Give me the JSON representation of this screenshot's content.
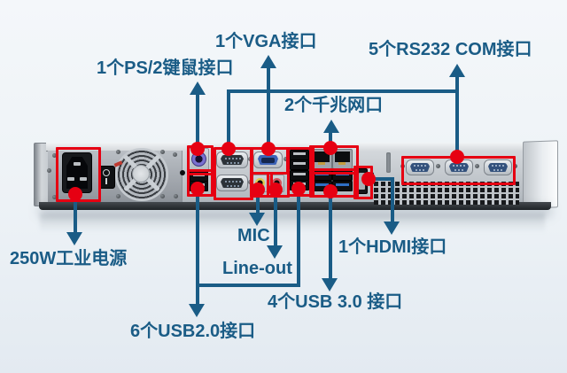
{
  "colors": {
    "annotation": "#1a5c86",
    "highlight": "#e60012",
    "background_top": "#f4f7fa",
    "background_bottom": "#e3eaf1"
  },
  "callout_labels": {
    "ps2": "1个PS/2键鼠接口",
    "vga": "1个VGA接口",
    "com": "5个RS232 COM接口",
    "lan": "2个千兆网口",
    "power": "250W工业电源",
    "mic": "MIC",
    "line_out": "Line-out",
    "usb2": "6个USB2.0接口",
    "usb3": "4个USB 3.0 接口",
    "hdmi": "1个HDMI接口"
  }
}
